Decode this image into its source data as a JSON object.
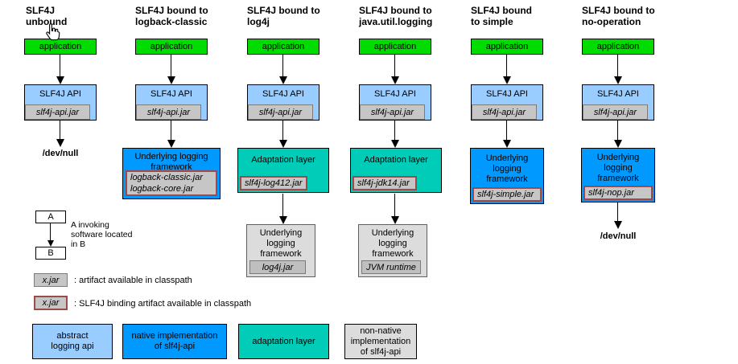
{
  "colors": {
    "application": "#00dc00",
    "abstract_api": "#99ccff",
    "native_impl": "#0099ff",
    "adaptation": "#00ccb8",
    "non_native": "#dcdcdc",
    "jar_bg": "#c6c6c6",
    "jar_border": "#7b7b7b",
    "binding_border": "#9c4a4a"
  },
  "columns": [
    {
      "title": "SLF4J\nunbound",
      "application": "application",
      "api_label": "SLF4J API",
      "api_jar": "slf4j-api.jar",
      "terminal": "/dev/null"
    },
    {
      "title": "SLF4J bound to\nlogback-classic",
      "application": "application",
      "api_label": "SLF4J API",
      "api_jar": "slf4j-api.jar",
      "framework_label": "Underlying logging\nframework",
      "framework_jar": "logback-classic.jar\nlogback-core.jar"
    },
    {
      "title": "SLF4J bound to\nlog4j",
      "application": "application",
      "api_label": "SLF4J API",
      "api_jar": "slf4j-api.jar",
      "adaptation_label": "Adaptation layer",
      "adaptation_jar": "slf4j-log412.jar",
      "framework_label": "Underlying\nlogging\nframework",
      "framework_jar": "log4j.jar"
    },
    {
      "title": "SLF4J bound to\njava.util.logging",
      "application": "application",
      "api_label": "SLF4J API",
      "api_jar": "slf4j-api.jar",
      "adaptation_label": "Adaptation layer",
      "adaptation_jar": "slf4j-jdk14.jar",
      "framework_label": "Underlying\nlogging\nframework",
      "framework_jar": "JVM runtime"
    },
    {
      "title": "SLF4J bound\nto simple",
      "application": "application",
      "api_label": "SLF4J API",
      "api_jar": "slf4j-api.jar",
      "framework_label": "Underlying\nlogging\nframework",
      "framework_jar": "slf4j-simple.jar"
    },
    {
      "title": "SLF4J bound to\nno-operation",
      "application": "application",
      "api_label": "SLF4J API",
      "api_jar": "slf4j-api.jar",
      "framework_label": "Underlying\nlogging\nframework",
      "framework_jar": "slf4j-nop.jar",
      "terminal": "/dev/null"
    }
  ],
  "legend": {
    "invoke": {
      "a": "A",
      "b": "B",
      "caption": "A invoking\nsoftware located\nin B"
    },
    "artifact": {
      "box": "x.jar",
      "caption": ": artifact available in classpath"
    },
    "binding": {
      "box": "x.jar",
      "caption": ": SLF4J binding artifact available in classpath"
    },
    "categories": [
      {
        "label": "abstract\nlogging api"
      },
      {
        "label": "native implementation\nof slf4j-api"
      },
      {
        "label": "adaptation layer"
      },
      {
        "label": "non-native\nimplementation\nof slf4j-api"
      }
    ]
  }
}
